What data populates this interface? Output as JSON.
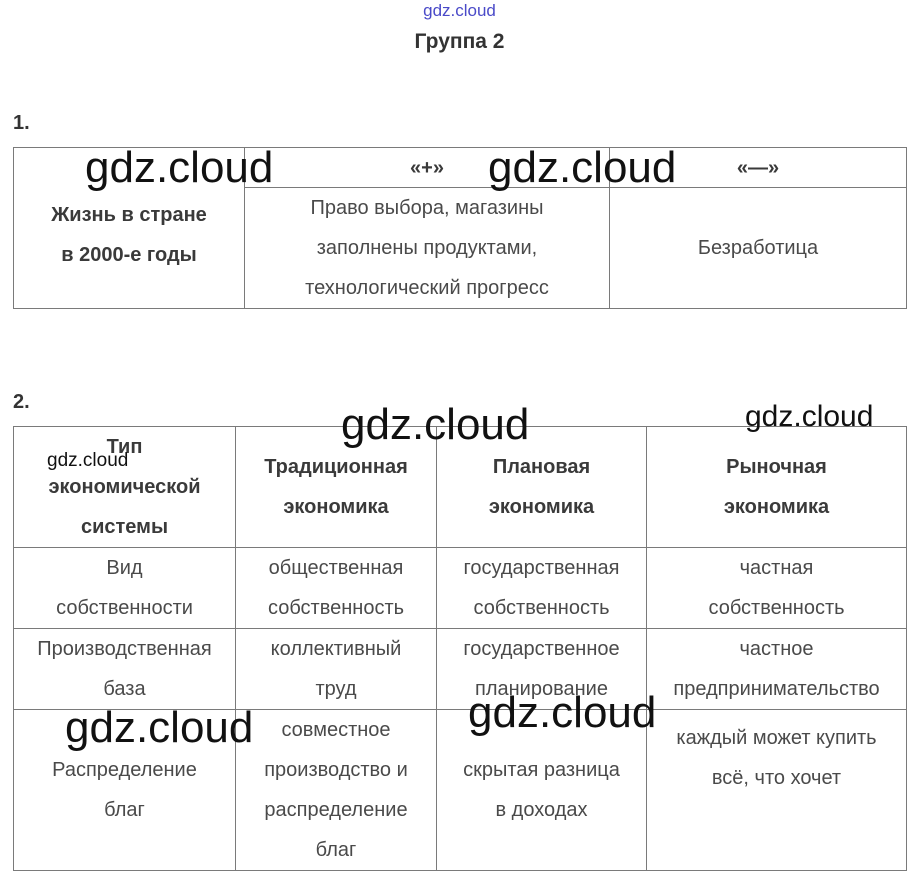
{
  "header": {
    "site_logo": "gdz.cloud",
    "title": "Группа 2"
  },
  "section1": {
    "number": "1.",
    "headers": [
      "«+»",
      "«—»"
    ],
    "row_label_lines": [
      "Жизнь в стране",
      "в 2000-е годы"
    ],
    "plus_lines": [
      "Право выбора, магазины",
      "заполнены продуктами,",
      "технологический прогресс"
    ],
    "minus": "Безработица"
  },
  "section2": {
    "number": "2.",
    "header": {
      "col0_lines": [
        "Тип",
        "экономической",
        "системы"
      ],
      "col1_lines": [
        "Традиционная",
        "экономика"
      ],
      "col2_lines": [
        "Плановая",
        "экономика"
      ],
      "col3_lines": [
        "Рыночная",
        "экономика"
      ]
    },
    "rows": [
      {
        "label_lines": [
          "Вид",
          "собственности"
        ],
        "c1_lines": [
          "общественная",
          "собственность"
        ],
        "c2_lines": [
          "государственная",
          "собственность"
        ],
        "c3_lines": [
          "частная",
          "собственность"
        ]
      },
      {
        "label_lines": [
          "Производственная",
          "база"
        ],
        "c1_lines": [
          "коллективный",
          "труд"
        ],
        "c2_lines": [
          "государственное",
          "планирование"
        ],
        "c3_lines": [
          "частное",
          "предпринимательство"
        ]
      },
      {
        "label_lines": [
          "Распределение",
          "благ"
        ],
        "c1_lines": [
          "совместное",
          "производство и",
          "распределение",
          "благ"
        ],
        "c2_lines": [
          "скрытая разница",
          "в доходах"
        ],
        "c3_lines": [
          "каждый может купить",
          "всё, что хочет"
        ]
      }
    ]
  },
  "watermark": "gdz.cloud"
}
